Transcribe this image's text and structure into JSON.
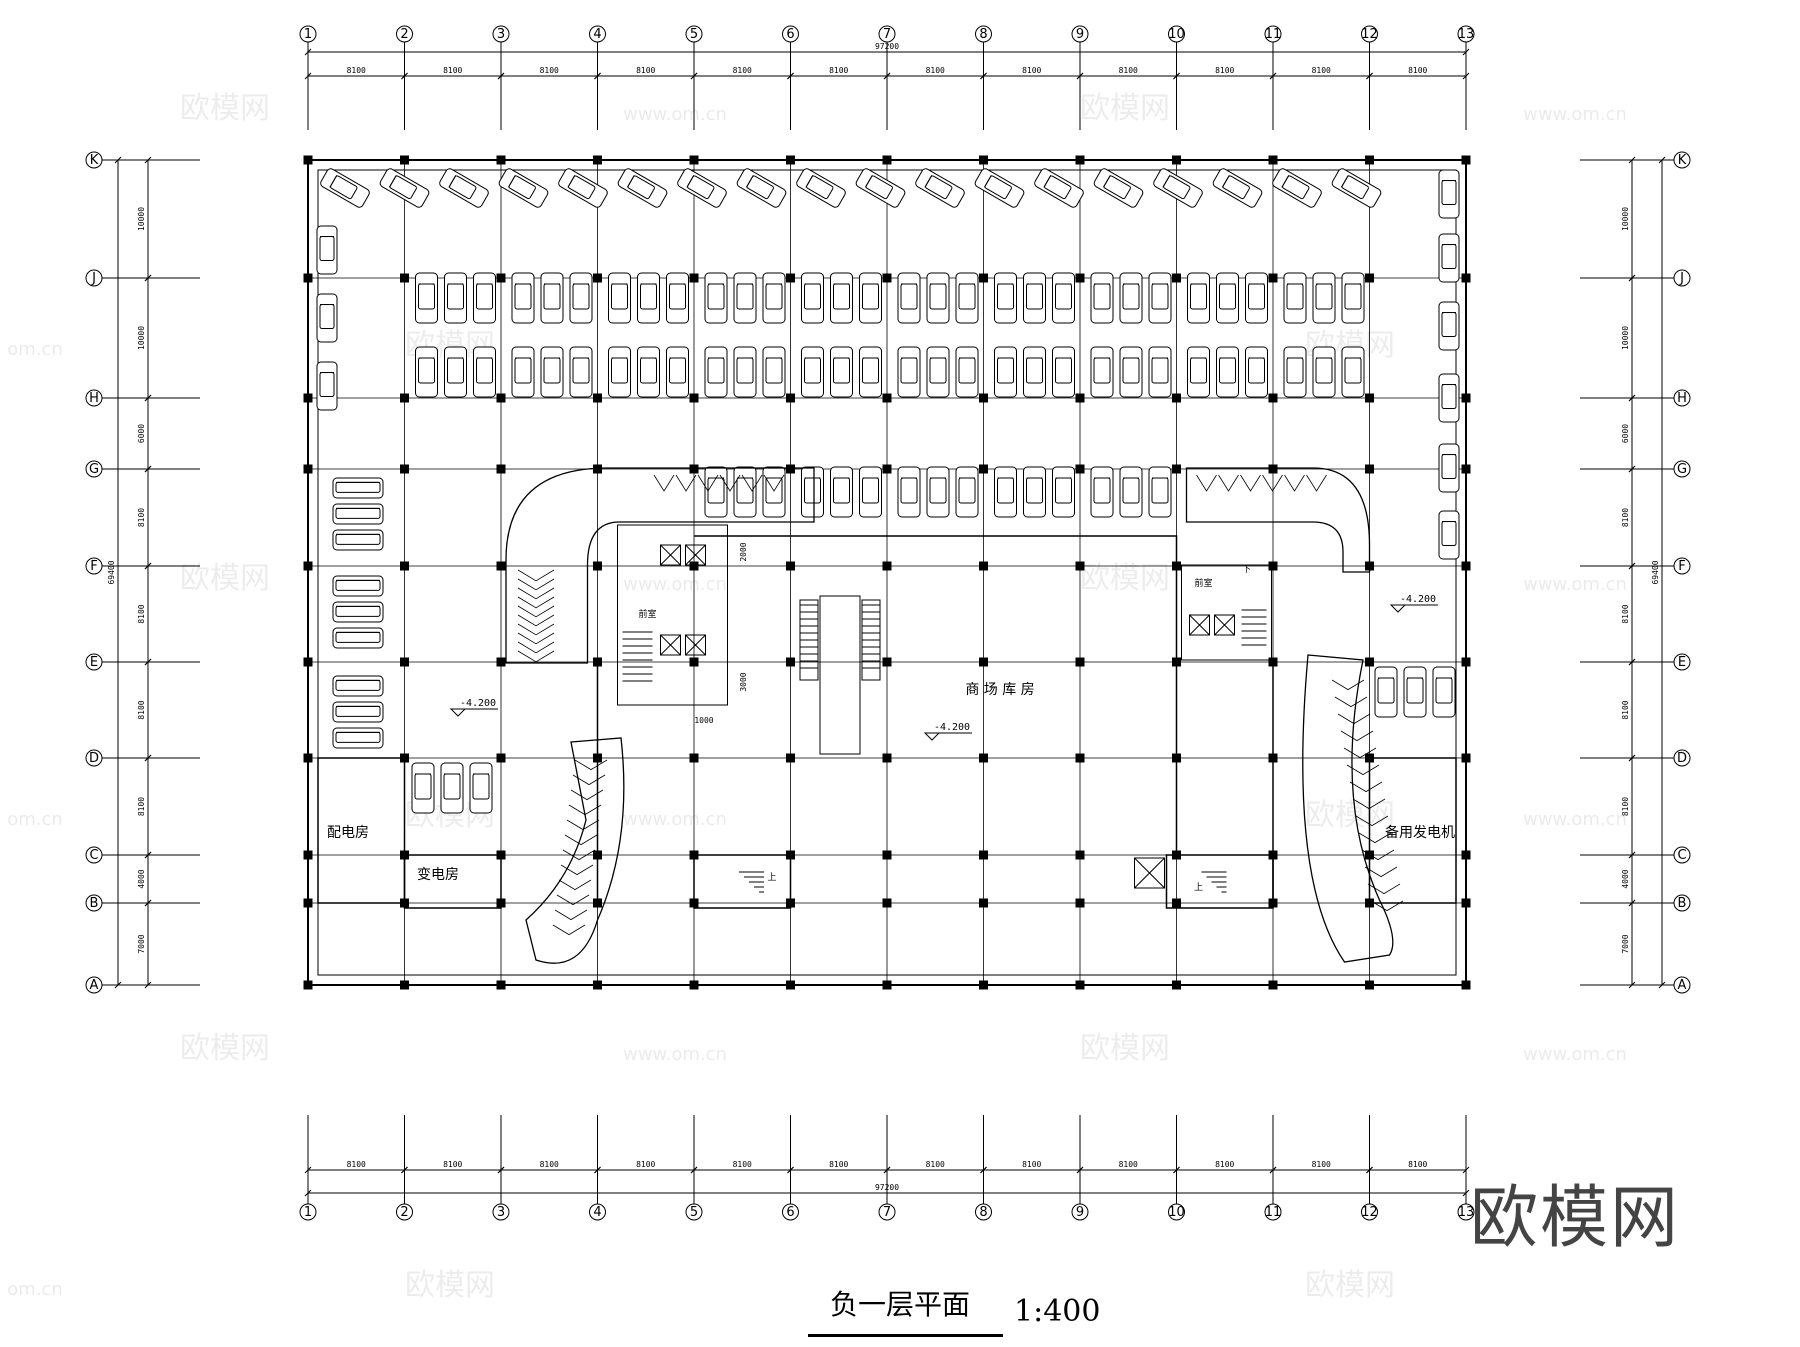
{
  "drawing": {
    "title": "负一层平面",
    "scale": "1:400",
    "brand": "欧模网",
    "watermark_text": "欧模网",
    "watermark_url": "www.om.cn",
    "watermark_url_short": "om.cn"
  },
  "grid": {
    "column_labels": [
      "1",
      "2",
      "3",
      "4",
      "5",
      "6",
      "7",
      "8",
      "9",
      "10",
      "11",
      "12",
      "13"
    ],
    "column_spacing_label": "8100",
    "total_width_label": "97200",
    "row_labels": [
      "K",
      "J",
      "H",
      "G",
      "F",
      "E",
      "D",
      "C",
      "B",
      "A"
    ],
    "row_spacing_labels": [
      "10000",
      "10000",
      "6000",
      "8100",
      "8100",
      "8100",
      "8100",
      "4000",
      "7000"
    ],
    "total_depth_label": "69400"
  },
  "rooms": {
    "storage": "商 场 库 房",
    "power_distribution": "配电房",
    "substation": "变电房",
    "generator": "备用发电机",
    "up": "上",
    "down": "下",
    "pump_room": "前室"
  },
  "elevations": {
    "level": "-4.200"
  },
  "inner_dims": {
    "a": "2000",
    "b": "3000",
    "c": "1000"
  }
}
